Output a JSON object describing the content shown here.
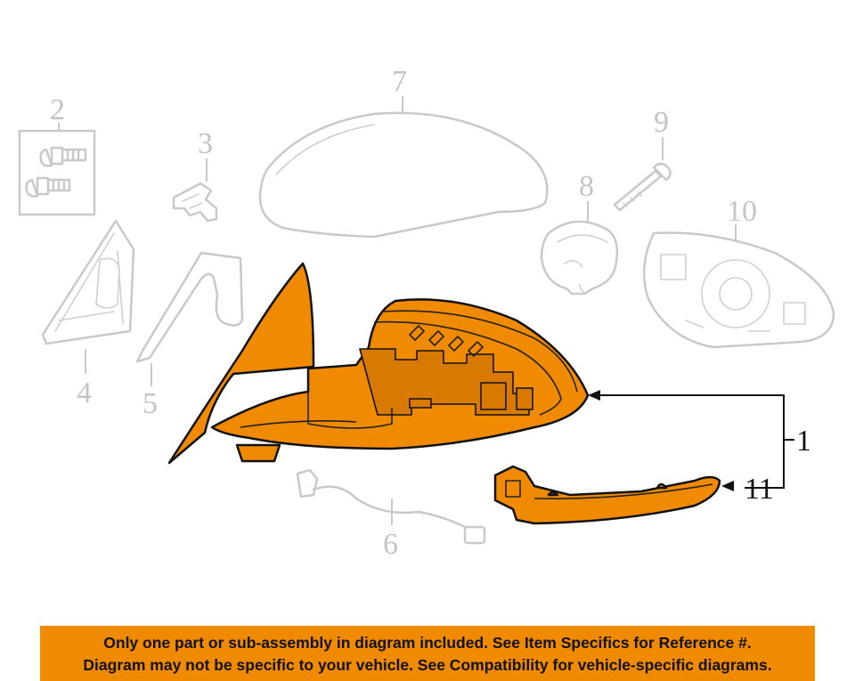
{
  "callouts": {
    "c1": "1",
    "c2": "2",
    "c3": "3",
    "c4": "4",
    "c5": "5",
    "c6": "6",
    "c7": "7",
    "c8": "8",
    "c9": "9",
    "c10": "10",
    "c11": "11"
  },
  "notice": {
    "line1": "Only one part or sub-assembly in diagram included. See Item Specifics for Reference #.",
    "line2": "Diagram may not be specific to your vehicle. See Compatibility for vehicle-specific diagrams."
  },
  "colors": {
    "highlight": "#f08a00",
    "ghost": "#c9c9c9"
  }
}
